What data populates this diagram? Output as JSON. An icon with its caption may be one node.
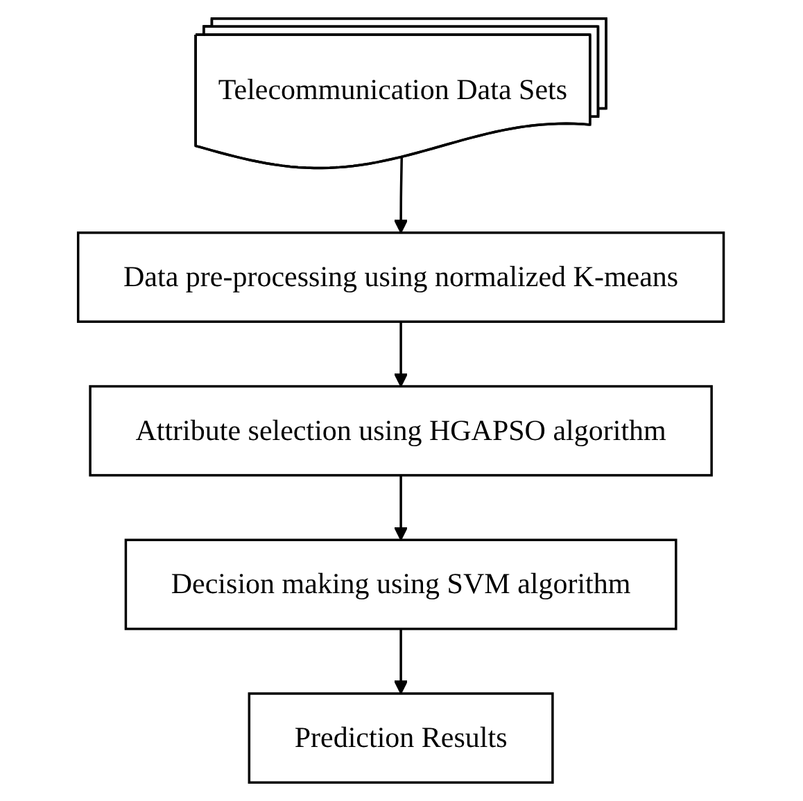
{
  "diagram": {
    "nodes": [
      {
        "text": [
          "Telecommunication Data Sets"
        ]
      },
      {
        "text": [
          "Data pre-processing using normalized K-means"
        ]
      },
      {
        "text": [
          "Attribute selection using HGAPSO algorithm"
        ]
      },
      {
        "text": [
          "Decision making using SVM algorithm"
        ]
      },
      {
        "text": [
          "Prediction Results"
        ]
      }
    ],
    "edges": [
      {
        "from": 0,
        "to": 1,
        "arrow": "to"
      },
      {
        "from": 1,
        "to": 2,
        "arrow": "to"
      },
      {
        "from": 2,
        "to": 3,
        "arrow": "to"
      },
      {
        "from": 3,
        "to": 4,
        "arrow": "to"
      }
    ]
  }
}
